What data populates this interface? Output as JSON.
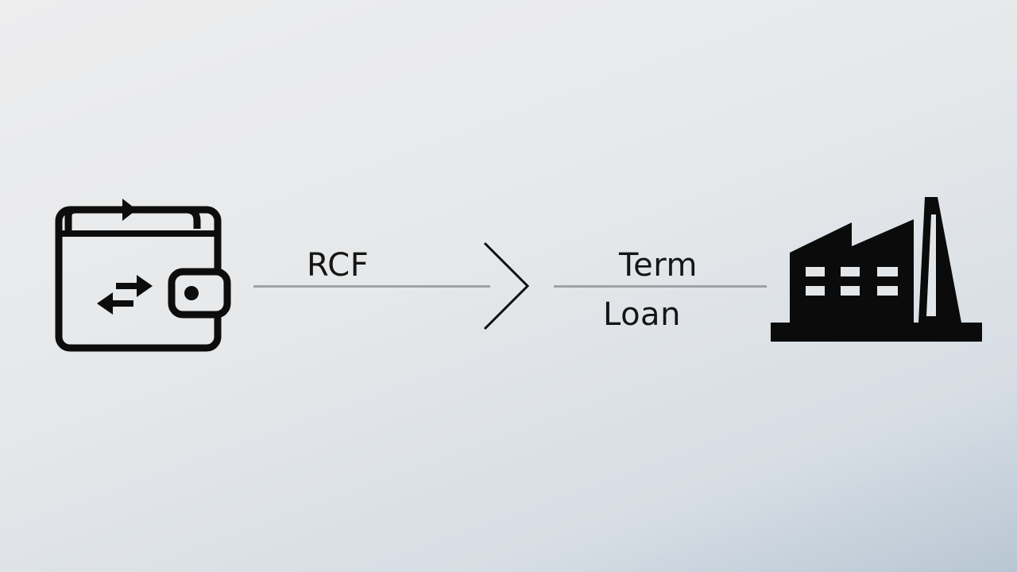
{
  "diagram": {
    "type": "flow",
    "source": {
      "icon": "wallet-exchange-icon"
    },
    "arrow": {
      "icon": "chevron-right-icon"
    },
    "target": {
      "icon": "factory-icon"
    },
    "labels": {
      "left": "RCF",
      "right_line1": "Term",
      "right_line2": "Loan"
    }
  }
}
